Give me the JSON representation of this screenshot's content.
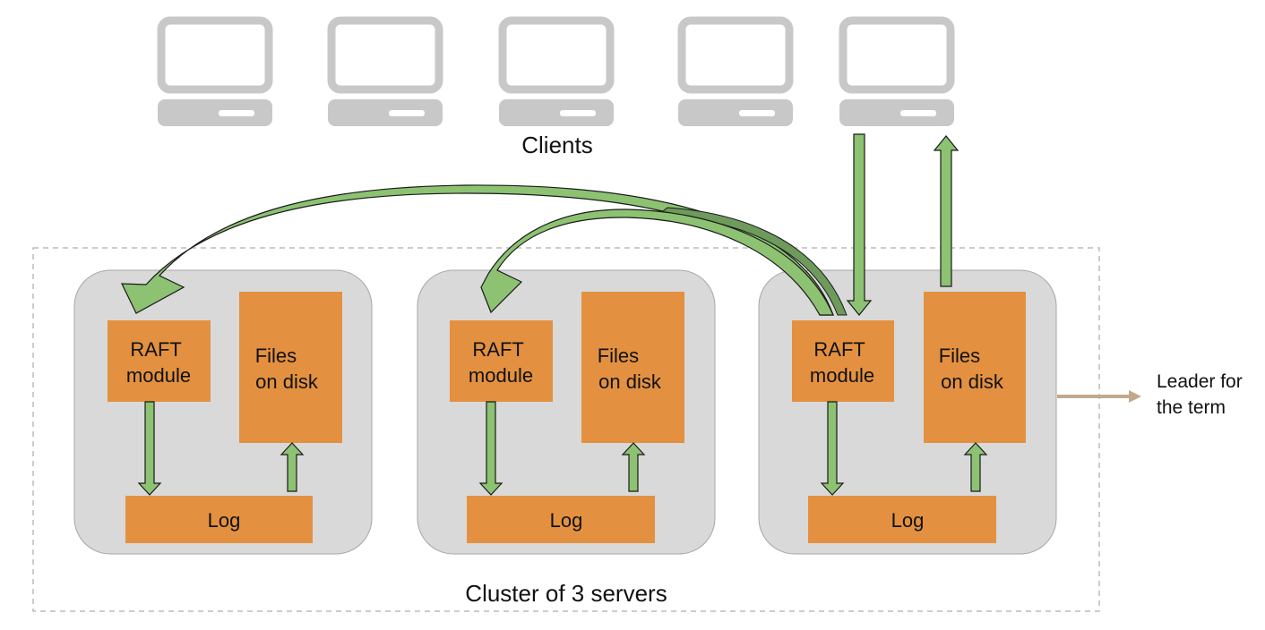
{
  "clients": {
    "label": "Clients",
    "count": 5
  },
  "cluster": {
    "label": "Cluster of 3 servers",
    "servers": [
      {
        "raft": [
          "RAFT",
          "module"
        ],
        "files": [
          "Files",
          "on disk"
        ],
        "log": "Log"
      },
      {
        "raft": [
          "RAFT",
          "module"
        ],
        "files": [
          "Files",
          "on disk"
        ],
        "log": "Log"
      },
      {
        "raft": [
          "RAFT",
          "module"
        ],
        "files": [
          "Files",
          "on disk"
        ],
        "log": "Log"
      }
    ]
  },
  "leader": {
    "label": [
      "Leader for",
      "the term"
    ]
  },
  "colors": {
    "client_gray": "#c8c8c8",
    "server_bg": "#d9d9d9",
    "server_border": "#a6a6a6",
    "orange_box": "#e39140",
    "arrow_fill": "#8cc271",
    "arrow_dark": "#6e9a5c",
    "arrow_stroke": "#1a1a1a",
    "leader_arrow": "#c2a98c",
    "cluster_border": "#bcbcbc"
  }
}
